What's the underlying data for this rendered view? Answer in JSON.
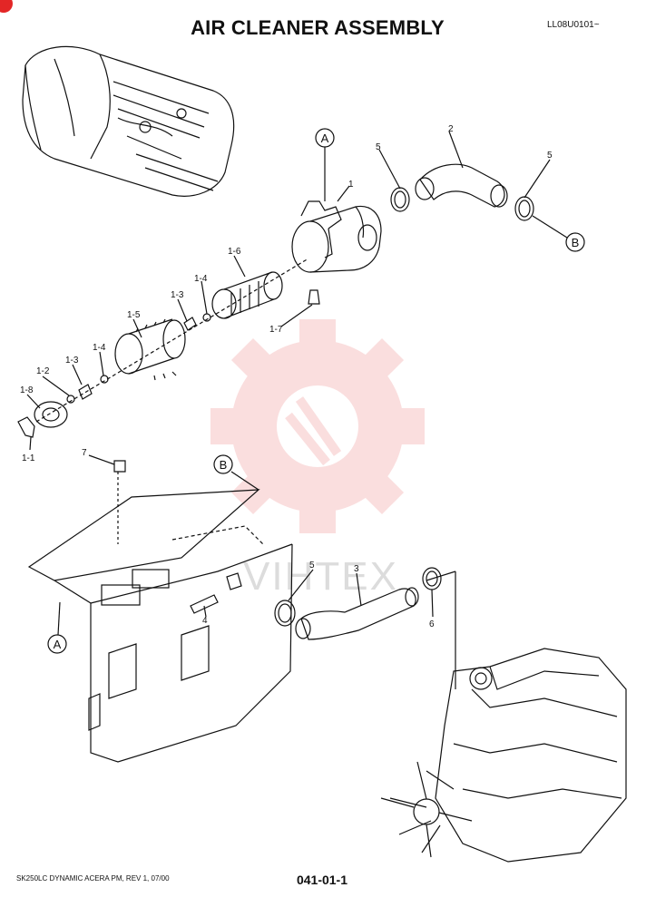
{
  "header": {
    "title": "AIR CLEANER ASSEMBLY",
    "code": "LL08U0101~"
  },
  "footer": {
    "model_revision": "SK250LC DYNAMIC ACERA PM, REV 1, 07/00",
    "page_number": "041-01-1"
  },
  "callouts": {
    "a_top": "A",
    "b_right": "B",
    "b_mid": "B",
    "a_left": "A"
  },
  "part_labels": {
    "p1": "1",
    "p2": "2",
    "p5_top_left": "5",
    "p5_top_right": "5",
    "p1_6": "1-6",
    "p1_4_upper": "1-4",
    "p1_3_upper": "1-3",
    "p1_5": "1-5",
    "p1_7": "1-7",
    "p1_4_lower": "1-4",
    "p1_3_lower": "1-3",
    "p1_2": "1-2",
    "p1_8": "1-8",
    "p1_1": "1-1",
    "p7": "7",
    "p5_mid": "5",
    "p3": "3",
    "p6": "6",
    "p4": "4"
  },
  "watermark": {
    "text": "VIHTEX",
    "color": "#f2a0a0"
  },
  "colors": {
    "line": "#111111",
    "watermark_gear": "#f7c4c4",
    "badge": "#e32626"
  }
}
